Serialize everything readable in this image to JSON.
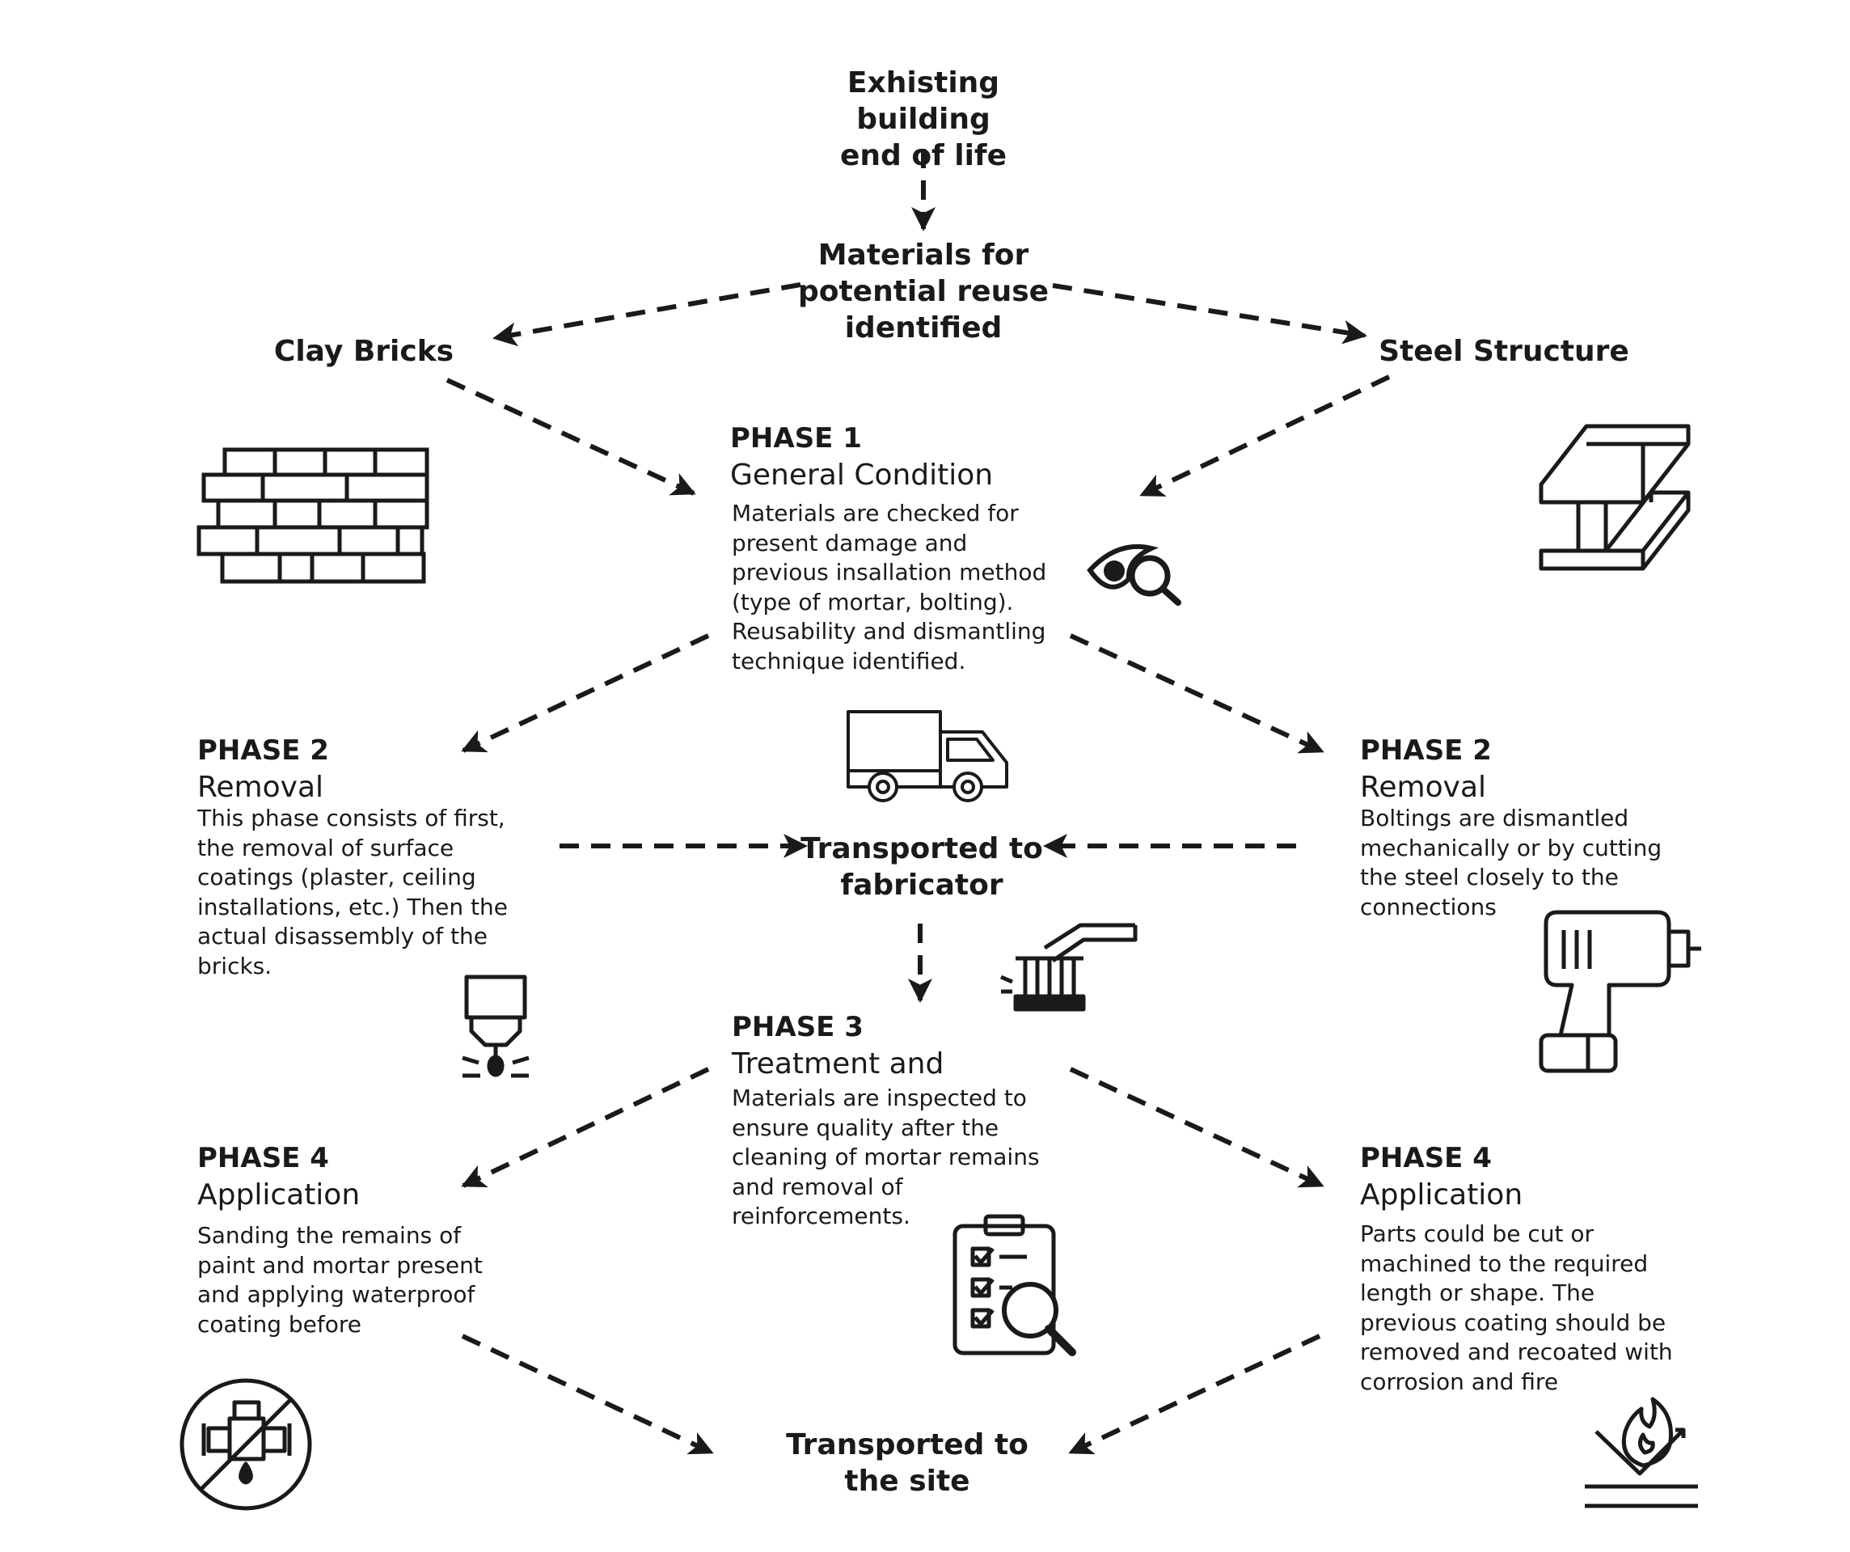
{
  "nodes": {
    "start": "Exhisting building\nend of life",
    "materials": "Materials for\npotential reuse\nidentified",
    "bricks": "Clay Bricks",
    "steel": "Steel Structure",
    "fabricator": "Transported to\nfabricator",
    "site": "Transported to\nthe site"
  },
  "phases": {
    "phase1": {
      "label": "PHASE 1",
      "title": "General Condition",
      "text": "Materials are checked for\npresent damage and\nprevious insallation method\n(type of mortar, bolting).\nReusability and dismantling\ntechnique identified."
    },
    "phase2_bricks": {
      "label": "PHASE 2",
      "title": "Removal",
      "text": "This phase consists of first,\nthe removal of surface\ncoatings (plaster, ceiling\ninstallations, etc.) Then the\nactual disassembly of the\nbricks."
    },
    "phase2_steel": {
      "label": "PHASE 2",
      "title": "Removal",
      "text": "Boltings are dismantled\nmechanically or by cutting\nthe steel closely to the\nconnections"
    },
    "phase3": {
      "label": "PHASE 3",
      "title": "Treatment and",
      "text": "Materials are inspected to\nensure quality after the\ncleaning of mortar remains\nand removal of\nreinforcements."
    },
    "phase4_bricks": {
      "label": "PHASE 4",
      "title": "Application",
      "text": "Sanding the remains of\npaint and mortar present\nand applying waterproof\ncoating before"
    },
    "phase4_steel": {
      "label": "PHASE 4",
      "title": "Application",
      "text": "Parts could be cut or\nmachined to the required\nlength or shape. The\nprevious coating should be\nremoved and recoated with\ncorrosion and fire"
    }
  },
  "icons": [
    "brick-wall-icon",
    "steel-beam-icon",
    "inspection-eye-icon",
    "truck-icon",
    "cleaning-brush-icon",
    "cnc-cutter-icon",
    "drill-icon",
    "checklist-inspect-icon",
    "no-leak-icon",
    "fire-coating-icon"
  ],
  "colors": {
    "ink": "#1a1a1a",
    "background": "#ffffff"
  }
}
